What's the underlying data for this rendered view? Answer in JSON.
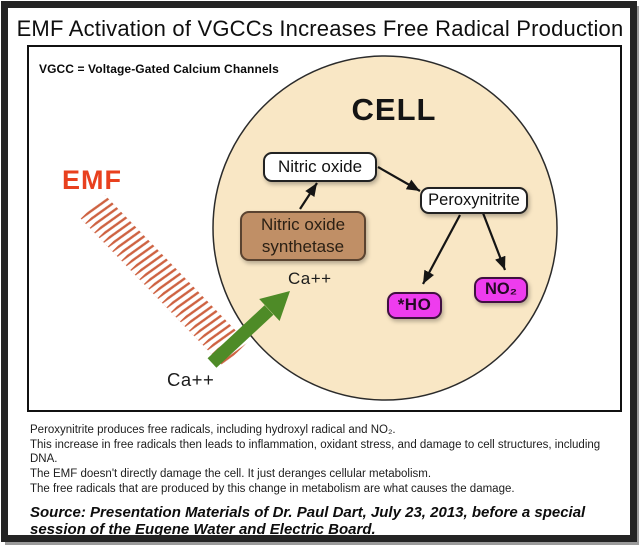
{
  "window": {
    "title": "EMF Activation of VGCCs Increases Free Radical Production"
  },
  "legend": {
    "vgcc_note": "VGCC = Voltage-Gated Calcium Channels"
  },
  "diagram": {
    "cell_label": "CELL",
    "emf_label": "EMF",
    "nodes": {
      "nitric_oxide": "Nitric oxide",
      "peroxynitrite": "Peroxynitrite",
      "synthetase": "Nitric oxide\nsynthetase",
      "hydroxyl_radical": "*HO",
      "nitrogen_dioxide": "NO₂",
      "ca_inside": "Ca++",
      "ca_outside": "Ca++"
    },
    "colors": {
      "cell_fill": "#f9e7c5",
      "cell_border": "#2b2b2b",
      "synthetase_fill": "#c08f66",
      "radical_fill": "#ee3cee",
      "green_arrow": "#4e8b27",
      "emf_text": "#e8401e",
      "emf_hatch": "#c8502c",
      "arrow_black": "#151515"
    }
  },
  "notes": [
    "Peroxynitrite produces free radicals, including hydroxyl radical and NO₂.",
    "This increase in free radicals then leads to inflammation, oxidant stress, and damage to cell structures, including DNA.",
    "The EMF doesn't directly damage the cell.  It just deranges cellular metabolism.",
    "The free radicals that are produced by this change in metabolism are what causes the damage."
  ],
  "source": "Source:  Presentation Materials of Dr. Paul Dart, July 23, 2013, before a special session of the Eugene Water and Electric Board."
}
